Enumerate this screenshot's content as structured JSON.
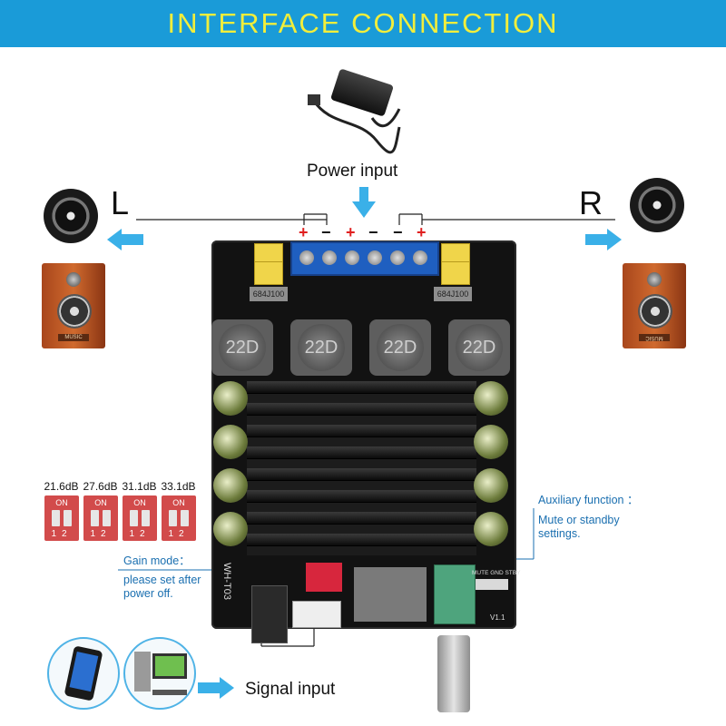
{
  "banner": {
    "title": "INTERFACE CONNECTION"
  },
  "labels": {
    "power_input": "Power input",
    "left_channel": "L",
    "right_channel": "R",
    "signal_input": "Signal input"
  },
  "terminal_signs": [
    "+",
    "−",
    "+",
    "−",
    "−",
    "+"
  ],
  "gain_mode": {
    "title": "Gain mode：",
    "note": "please set after power off.",
    "switch_on_label": "ON",
    "switch_numbers": "12",
    "settings": [
      "21.6dB",
      "27.6dB",
      "31.1dB",
      "33.1dB"
    ]
  },
  "auxiliary": {
    "title": "Auxiliary function ：",
    "note": "Mute or standby settings."
  },
  "board_text": {
    "inductor_label": "22D",
    "cap_left": "684J100",
    "cap_right": "684J100",
    "model": "WH-T03",
    "aux_pins": "MUTE GND STBY",
    "version": "V1.1"
  },
  "speaker_plate_left": "MUSIC",
  "speaker_plate_right": "MUSIC",
  "colors": {
    "banner_bg": "#1a9bd8",
    "banner_text": "#f2ee3b",
    "arrow": "#3ab0e8",
    "note_text": "#1a6fb0",
    "plus_sign": "#e02020",
    "minus_sign": "#111111",
    "board": "#121212"
  }
}
